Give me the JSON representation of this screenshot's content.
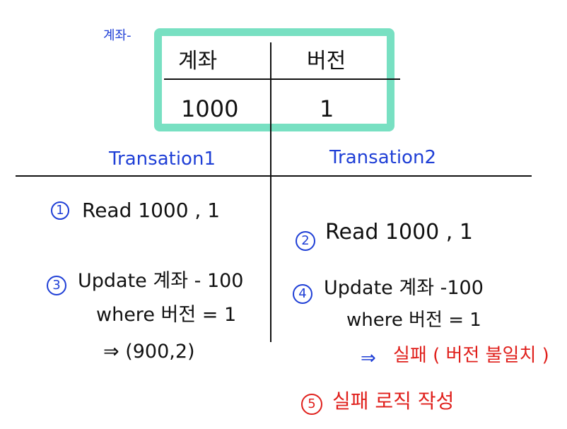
{
  "table": {
    "side_label": "계좌-",
    "col1_header": "계좌",
    "col2_header": "버전",
    "col1_value": "1000",
    "col2_value": "1"
  },
  "transaction1": {
    "title": "Transation1",
    "step1_num": "1",
    "step1_text": "Read   1000 , 1",
    "step3_num": "3",
    "step3_line1": "Update 계좌 - 100",
    "step3_line2": "where 버전 = 1",
    "step3_result": "⇒  (900,2)"
  },
  "transaction2": {
    "title": "Transation2",
    "step2_num": "2",
    "step2_text": "Read   1000 , 1",
    "step4_num": "4",
    "step4_line1": "Update 계좌 -100",
    "step4_line2": "where 버전 = 1",
    "step4_arrow": "⇒",
    "step4_result": "실패 ( 버전 불일치 )",
    "step5_num": "5",
    "step5_text": "실패 로직  작성"
  },
  "colors": {
    "box": "#78e0c2",
    "blue": "#1f3fd6",
    "red": "#e0201c",
    "ink": "#111111"
  }
}
